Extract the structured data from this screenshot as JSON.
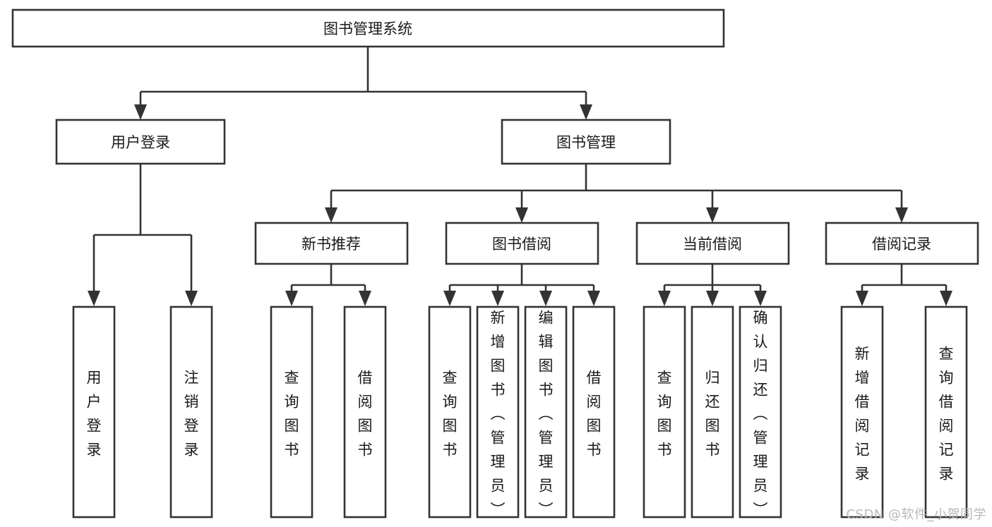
{
  "diagram": {
    "type": "tree-hierarchy",
    "title": "图书管理系统",
    "orientation": "top-down",
    "root": {
      "id": "root",
      "label": "图书管理系统"
    },
    "level2": [
      {
        "id": "user-login",
        "label": "用户登录"
      },
      {
        "id": "book-manage",
        "label": "图书管理"
      }
    ],
    "level3": [
      {
        "id": "new-book-rec",
        "label": "新书推荐",
        "parent": "book-manage"
      },
      {
        "id": "book-borrow",
        "label": "图书借阅",
        "parent": "book-manage"
      },
      {
        "id": "current-borrow",
        "label": "当前借阅",
        "parent": "book-manage"
      },
      {
        "id": "borrow-record",
        "label": "借阅记录",
        "parent": "book-manage"
      }
    ],
    "leaves": [
      {
        "id": "leaf-user-login",
        "label": "用户登录",
        "parent": "user-login"
      },
      {
        "id": "leaf-logout",
        "label": "注销登录",
        "parent": "user-login"
      },
      {
        "id": "leaf-query-book-1",
        "label": "查询图书",
        "parent": "new-book-rec"
      },
      {
        "id": "leaf-borrow-book-1",
        "label": "借阅图书",
        "parent": "new-book-rec"
      },
      {
        "id": "leaf-query-book-2",
        "label": "查询图书",
        "parent": "book-borrow"
      },
      {
        "id": "leaf-add-book",
        "label": "新增图书（管理员）",
        "parent": "book-borrow"
      },
      {
        "id": "leaf-edit-book",
        "label": "编辑图书（管理员）",
        "parent": "book-borrow"
      },
      {
        "id": "leaf-borrow-book-2",
        "label": "借阅图书",
        "parent": "book-borrow"
      },
      {
        "id": "leaf-query-book-3",
        "label": "查询图书",
        "parent": "current-borrow"
      },
      {
        "id": "leaf-return-book",
        "label": "归还图书",
        "parent": "current-borrow"
      },
      {
        "id": "leaf-confirm-return",
        "label": "确认归还（管理员）",
        "parent": "current-borrow"
      },
      {
        "id": "leaf-add-record",
        "label": "新增借阅记录",
        "parent": "borrow-record"
      },
      {
        "id": "leaf-query-record",
        "label": "查询借阅记录",
        "parent": "borrow-record"
      }
    ],
    "colors": {
      "box_stroke": "#333333",
      "box_fill": "#ffffff",
      "text": "#1a1a1a",
      "background": "#ffffff",
      "watermark": "#b8b8b8"
    }
  },
  "watermark": {
    "text": "CSDN @软件_小贺同学"
  }
}
